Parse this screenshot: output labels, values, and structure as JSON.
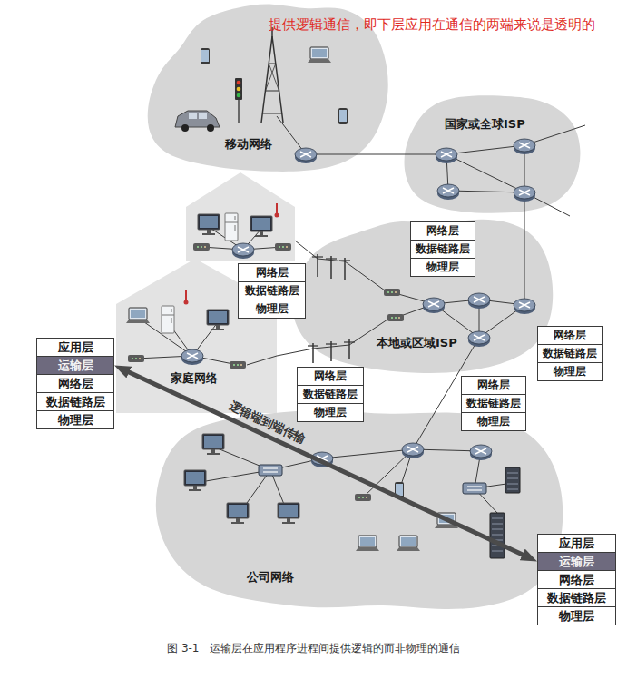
{
  "diagram": {
    "caption": "图 3-1   运输层在应用程序进程间提供逻辑的而非物理的通信",
    "nodes": [
      {
        "text": [
          "移动网络"
        ]
      },
      {
        "text": [
          "国家或全球ISP"
        ]
      },
      {
        "text": [
          "网络层"
        ]
      },
      {
        "text": [
          "数据链路层"
        ]
      },
      {
        "text": [
          "物理层"
        ]
      },
      {
        "text": [
          "网络层"
        ]
      },
      {
        "text": [
          "数据链路层"
        ]
      },
      {
        "text": [
          "物理层"
        ]
      },
      {
        "text": [
          "本地或区域ISP"
        ]
      },
      {
        "text": [
          "网络层"
        ]
      },
      {
        "text": [
          "数据链路层"
        ]
      },
      {
        "text": [
          "物理层"
        ]
      },
      {
        "text": [
          "应用层"
        ]
      },
      {
        "text": [
          "运输层"
        ]
      },
      {
        "text": [
          "网络层"
        ]
      },
      {
        "text": [
          "数据链路层"
        ]
      },
      {
        "text": [
          "物理层"
        ]
      },
      {
        "text": [
          "家庭网络"
        ]
      },
      {
        "text": [
          "网络层"
        ]
      },
      {
        "text": [
          "数据链路层"
        ]
      },
      {
        "text": [
          "物理层"
        ]
      },
      {
        "text": [
          "网络层"
        ]
      },
      {
        "text": [
          "数据链路层"
        ]
      },
      {
        "text": [
          "物理层"
        ]
      },
      {
        "text": [
          "公司网络"
        ]
      },
      {
        "text": [
          "应用层"
        ]
      },
      {
        "text": [
          "运输层"
        ]
      },
      {
        "text": [
          "网络层"
        ]
      },
      {
        "text": [
          "数据链路层"
        ]
      },
      {
        "text": [
          "物理层"
        ]
      }
    ],
    "edges": [
      {
        "from": 13,
        "to": 26,
        "arrow": "both",
        "label": "逻辑端到端传输"
      }
    ],
    "labels": [
      "提供逻辑通信，即下层应用在通信的两端来说是透明的"
    ]
  }
}
